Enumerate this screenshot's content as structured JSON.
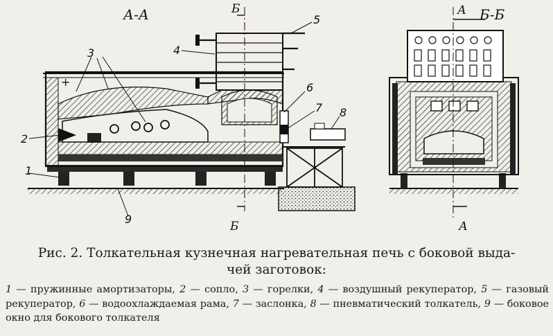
{
  "section_labels": {
    "aa": "А-А",
    "bb": "Б-Б"
  },
  "cut_marks": {
    "b_top": "Б",
    "b_bottom": "Б",
    "a_top": "А",
    "a_bottom": "А"
  },
  "plus_sign": "+",
  "callouts": [
    "1",
    "2",
    "3",
    "4",
    "5",
    "6",
    "7",
    "8",
    "9"
  ],
  "caption": {
    "line1": "Рис. 2. Толкательная кузнечная нагревательная печь с боковой выда-",
    "line2": "чей заготовок:"
  },
  "legend": [
    {
      "num": "1",
      "text": " — пружинные амортизаторы, "
    },
    {
      "num": "2",
      "text": " — сопло, "
    },
    {
      "num": "3",
      "text": " — горелки, "
    },
    {
      "num": "4",
      "text": " — воздушный рекуператор, "
    },
    {
      "num": "5",
      "text": " — газовый рекуператор, "
    },
    {
      "num": "6",
      "text": " — водоохлаждаемая рама, "
    },
    {
      "num": "7",
      "text": " — заслонка, "
    },
    {
      "num": "8",
      "text": " — пневматический толкатель, "
    },
    {
      "num": "9",
      "text": " — боковое окно для бокового толкателя"
    }
  ]
}
